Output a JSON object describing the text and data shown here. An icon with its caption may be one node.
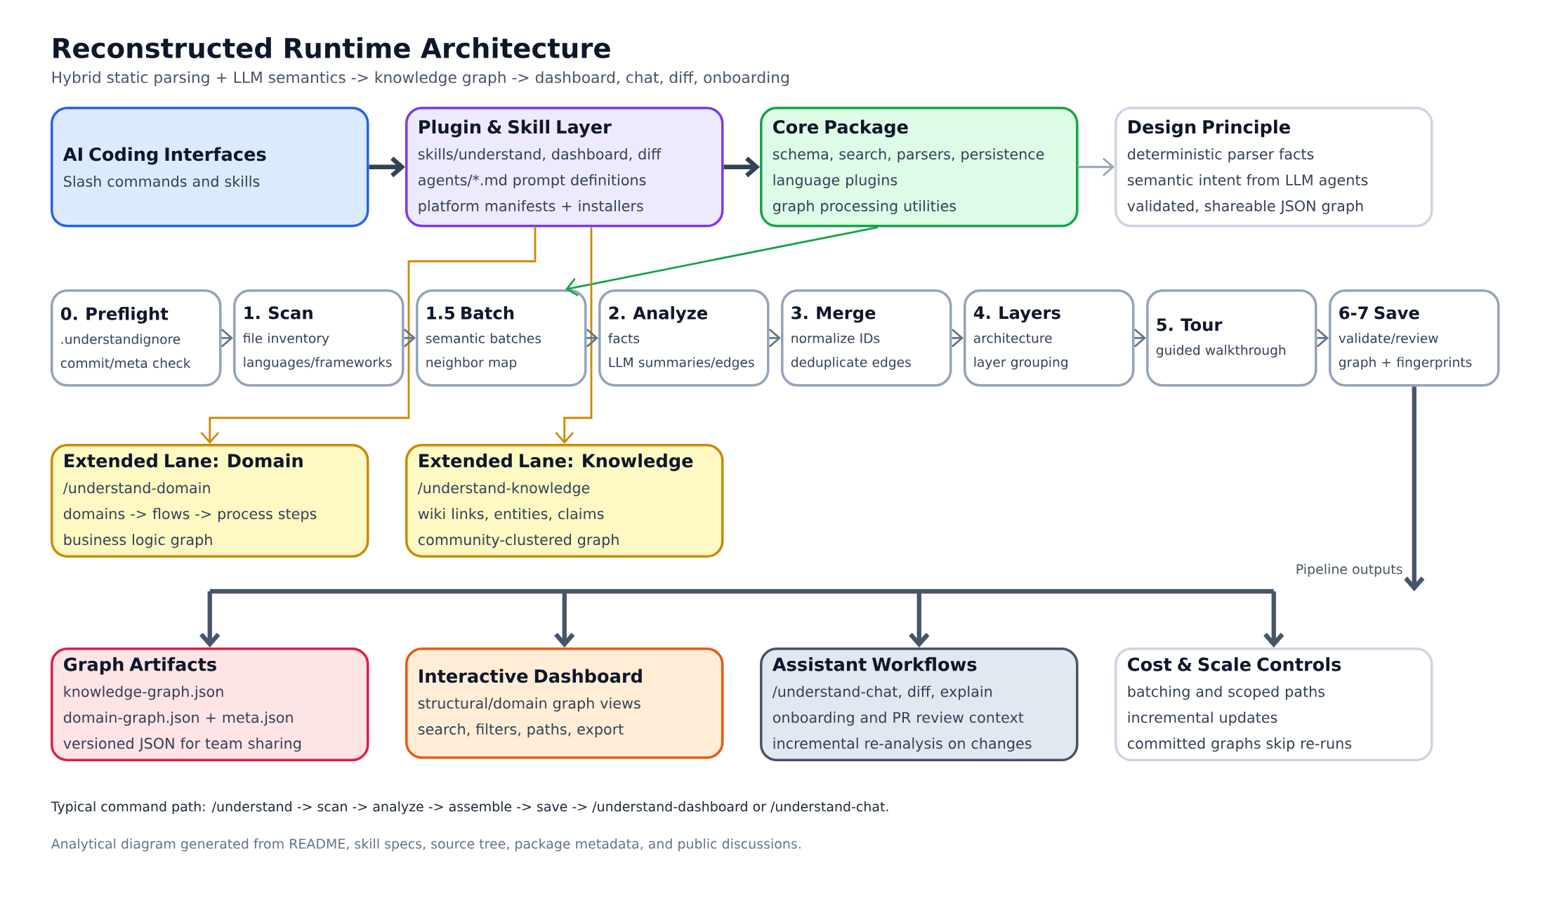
{
  "diagram": {
    "title": "Reconstructed Runtime Architecture",
    "nodes": [
      {
        "text": [
          "AI Coding Interfaces",
          "Slash commands and skills"
        ]
      },
      {
        "text": [
          "Plugin & Skill Layer",
          "skills/understand, dashboard, diff",
          "agents/*.md prompt definitions",
          "platform manifests + installers"
        ]
      },
      {
        "text": [
          "Core Package",
          "schema, search, parsers, persistence",
          "language plugins",
          "graph processing utilities"
        ]
      },
      {
        "text": [
          "Design Principle",
          "deterministic parser facts",
          "semantic intent from LLM agents",
          "validated, shareable JSON graph"
        ]
      },
      {
        "text": [
          "0. Preflight",
          ".understandignore",
          "commit/meta check"
        ]
      },
      {
        "text": [
          "1. Scan",
          "file inventory",
          "languages/frameworks"
        ]
      },
      {
        "text": [
          "1.5 Batch",
          "semantic batches",
          "neighbor map"
        ]
      },
      {
        "text": [
          "2. Analyze",
          "facts",
          "LLM summaries/edges"
        ]
      },
      {
        "text": [
          "3. Merge",
          "normalize IDs",
          "deduplicate edges"
        ]
      },
      {
        "text": [
          "4. Layers",
          "architecture",
          "layer grouping"
        ]
      },
      {
        "text": [
          "5. Tour",
          "guided walkthrough"
        ]
      },
      {
        "text": [
          "6-7 Save",
          "validate/review",
          "graph + fingerprints"
        ]
      },
      {
        "text": [
          "Extended Lane: Domain",
          "/understand-domain",
          "domains -> flows -> process steps",
          "business logic graph"
        ]
      },
      {
        "text": [
          "Extended Lane: Knowledge",
          "/understand-knowledge",
          "wiki links, entities, claims",
          "community-clustered graph"
        ]
      },
      {
        "text": [
          "Graph Artifacts",
          "knowledge-graph.json",
          "domain-graph.json + meta.json",
          "versioned JSON for team sharing"
        ]
      },
      {
        "text": [
          "Interactive Dashboard",
          "structural/domain graph views",
          "search, filters, paths, export"
        ]
      },
      {
        "text": [
          "Assistant Workflows",
          "/understand-chat, diff, explain",
          "onboarding and PR review context",
          "incremental re-analysis on changes"
        ]
      },
      {
        "text": [
          "Cost & Scale Controls",
          "batching and scoped paths",
          "incremental updates",
          "committed graphs skip re-runs"
        ]
      }
    ],
    "edges": [
      {
        "from": 0,
        "to": 1,
        "arrow": "to",
        "style": "thick",
        "color": "#334155"
      },
      {
        "from": 1,
        "to": 2,
        "arrow": "to",
        "style": "thick",
        "color": "#334155"
      },
      {
        "from": 2,
        "to": 3,
        "arrow": "to",
        "color": "#94a3b8"
      },
      {
        "from": 2,
        "to": 6,
        "arrow": "to",
        "color": "#16a34a"
      },
      {
        "from": 1,
        "to": 12,
        "arrow": "to",
        "color": "#ca8a04"
      },
      {
        "from": 1,
        "to": 13,
        "arrow": "to",
        "color": "#ca8a04"
      },
      {
        "from": 4,
        "to": 5,
        "arrow": "to"
      },
      {
        "from": 5,
        "to": 6,
        "arrow": "to"
      },
      {
        "from": 6,
        "to": 7,
        "arrow": "to"
      },
      {
        "from": 7,
        "to": 8,
        "arrow": "to"
      },
      {
        "from": 8,
        "to": 9,
        "arrow": "to"
      },
      {
        "from": 9,
        "to": 10,
        "arrow": "to"
      },
      {
        "from": 10,
        "to": 11,
        "arrow": "to"
      },
      {
        "from": 11,
        "to": null,
        "arrow": "to",
        "label": "Pipeline outputs",
        "style": "thick",
        "color": "#475569"
      },
      {
        "from": null,
        "to": 14,
        "arrow": "to",
        "style": "thick",
        "color": "#475569"
      },
      {
        "from": null,
        "to": 15,
        "arrow": "to",
        "style": "thick",
        "color": "#475569"
      },
      {
        "from": null,
        "to": 16,
        "arrow": "to",
        "style": "thick",
        "color": "#475569"
      },
      {
        "from": null,
        "to": 17,
        "arrow": "to",
        "style": "thick",
        "color": "#475569"
      }
    ],
    "labels": [
      "Hybrid static parsing + LLM semantics -> knowledge graph -> dashboard, chat, diff, onboarding",
      "Typical command path: /understand -> scan -> analyze -> assemble -> save -> /understand-dashboard or /understand-chat.",
      "Analytical diagram generated from README, skill specs, source tree, package metadata, and public discussions."
    ]
  }
}
